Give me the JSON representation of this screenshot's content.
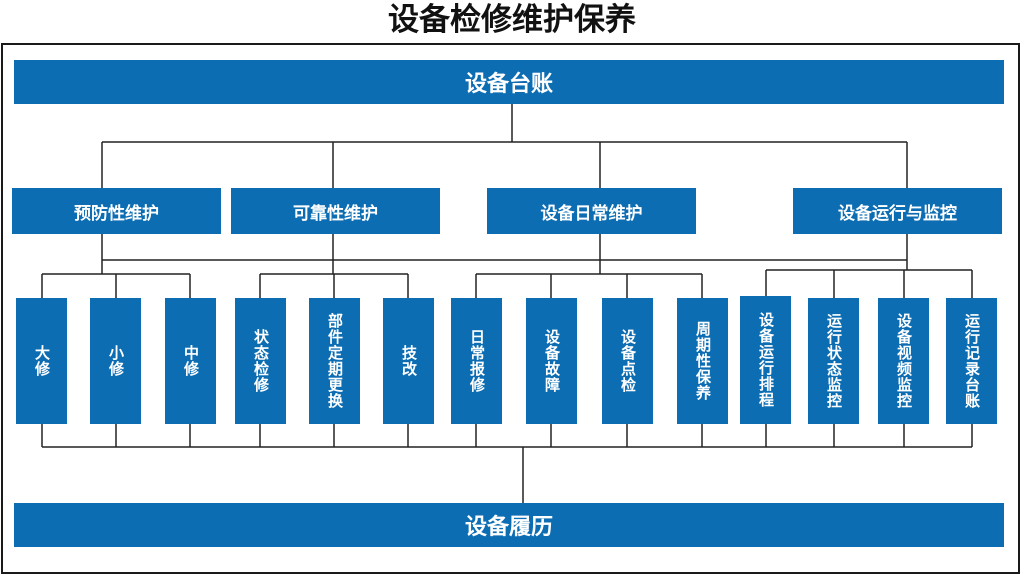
{
  "title": "设备检修维护保养",
  "top_bar": "设备台账",
  "bottom_bar": "设备履历",
  "categories": [
    "预防性维护",
    "可靠性维护",
    "设备日常维护",
    "设备运行与监控"
  ],
  "leaves": [
    "大修",
    "小修",
    "中修",
    "状态检修",
    "部件定期更换",
    "技改",
    "日常报修",
    "设备故障",
    "设备点检",
    "周期性保养",
    "设备运行排程",
    "运行状态监控",
    "设备视频监控",
    "运行记录台账"
  ],
  "colors": {
    "box_fill": "#0d6db3",
    "box_text": "#ffffff",
    "line": "#222222"
  }
}
